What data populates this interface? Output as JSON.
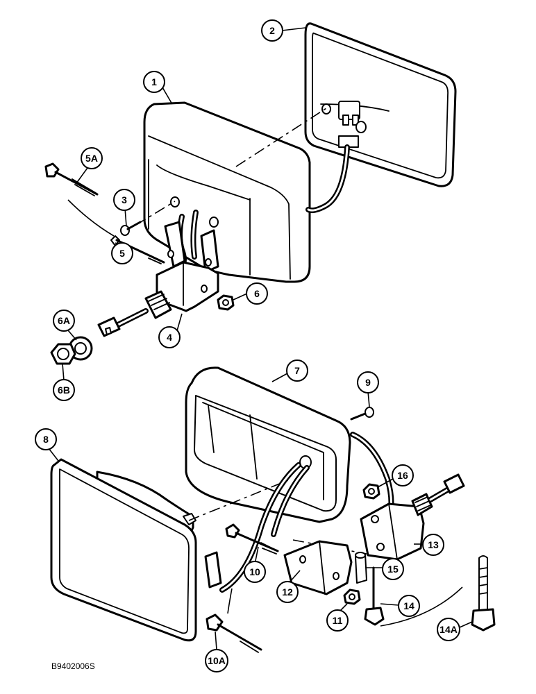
{
  "figure": {
    "drawing_code": "B9402006S",
    "callouts": [
      {
        "id": "c1",
        "label": "1"
      },
      {
        "id": "c2",
        "label": "2"
      },
      {
        "id": "c3",
        "label": "3"
      },
      {
        "id": "c4",
        "label": "4"
      },
      {
        "id": "c5",
        "label": "5"
      },
      {
        "id": "c5a",
        "label": "5A"
      },
      {
        "id": "c6",
        "label": "6"
      },
      {
        "id": "c6a",
        "label": "6A"
      },
      {
        "id": "c6b",
        "label": "6B"
      },
      {
        "id": "c7",
        "label": "7"
      },
      {
        "id": "c8",
        "label": "8"
      },
      {
        "id": "c9",
        "label": "9"
      },
      {
        "id": "c10",
        "label": "10"
      },
      {
        "id": "c10a",
        "label": "10A"
      },
      {
        "id": "c11",
        "label": "11"
      },
      {
        "id": "c12",
        "label": "12"
      },
      {
        "id": "c13",
        "label": "13"
      },
      {
        "id": "c14",
        "label": "14"
      },
      {
        "id": "c14a",
        "label": "14A"
      },
      {
        "id": "c15",
        "label": "15"
      },
      {
        "id": "c16",
        "label": "16"
      }
    ]
  }
}
